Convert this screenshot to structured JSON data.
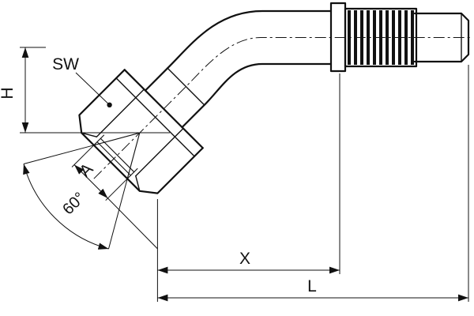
{
  "page": {
    "background": "#ffffff",
    "line_color": "#111111"
  },
  "drawing": {
    "type": "technical-drawing",
    "labels": {
      "h": "H",
      "sw": "SW",
      "a": "A",
      "angle": "60°",
      "x": "X",
      "l": "L"
    }
  }
}
